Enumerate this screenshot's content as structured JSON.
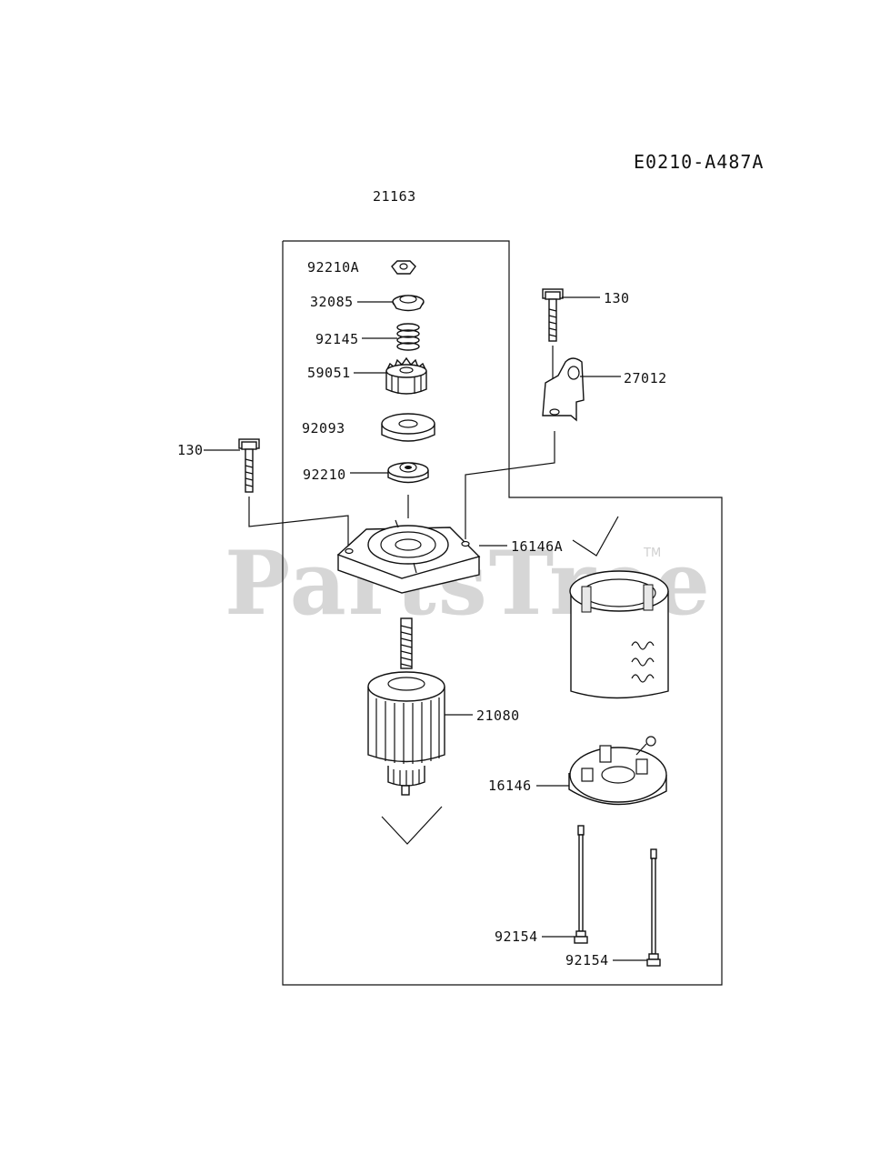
{
  "diagram_code": "E0210-A487A",
  "assembly_number": "21163",
  "watermark": {
    "text": "PartsTree",
    "trademark": "TM"
  },
  "callouts": {
    "nut_92210A": "92210A",
    "collar_32085": "32085",
    "spring_92145": "92145",
    "gear_59051": "59051",
    "washer_92093": "92093",
    "nut_92210": "92210",
    "bolt_130_left": "130",
    "bolt_130_right": "130",
    "bracket_27012": "27012",
    "cover_16146A": "16146A",
    "armature_21080": "21080",
    "brush_holder_16146": "16146",
    "through_bolt_92154_a": "92154",
    "through_bolt_92154_b": "92154"
  }
}
